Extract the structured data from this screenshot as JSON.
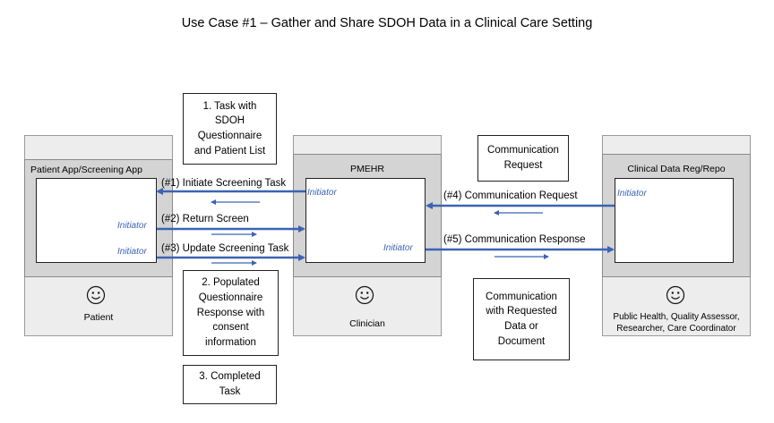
{
  "title": "Use Case #1 – Gather and Share SDOH Data in a Clinical Care Setting",
  "actors": {
    "patient_app": {
      "header": "Patient App/Screening App",
      "role": "Patient"
    },
    "pmehr": {
      "header": "PMEHR",
      "role": "Clinician"
    },
    "registry": {
      "header": "Clinical Data Reg/Repo",
      "role_line1": "Public Health, Quality Assessor,",
      "role_line2": "Researcher, Care Coordinator"
    }
  },
  "initiator_label": "Initiator",
  "flows": {
    "f1": "(#1) Initiate Screening Task",
    "f2": "(#2) Return Screen",
    "f3": "(#3) Update Screening Task",
    "f4": "(#4) Communication Request",
    "f5": "(#5) Communication Response"
  },
  "notes": {
    "task": [
      "1. Task with",
      "SDOH",
      "Questionnaire",
      "and Patient List"
    ],
    "qresponse": [
      "2. Populated",
      "Questionnaire",
      "Response with",
      "consent",
      "information"
    ],
    "completed": [
      "3. Completed",
      "Task"
    ],
    "comm_request": [
      "Communication",
      "Request"
    ],
    "comm_response": [
      "Communication",
      "with Requested",
      "Data or",
      "Document"
    ]
  },
  "colors": {
    "arrow": "#3b63b4",
    "initiator": "#3b63b4"
  }
}
